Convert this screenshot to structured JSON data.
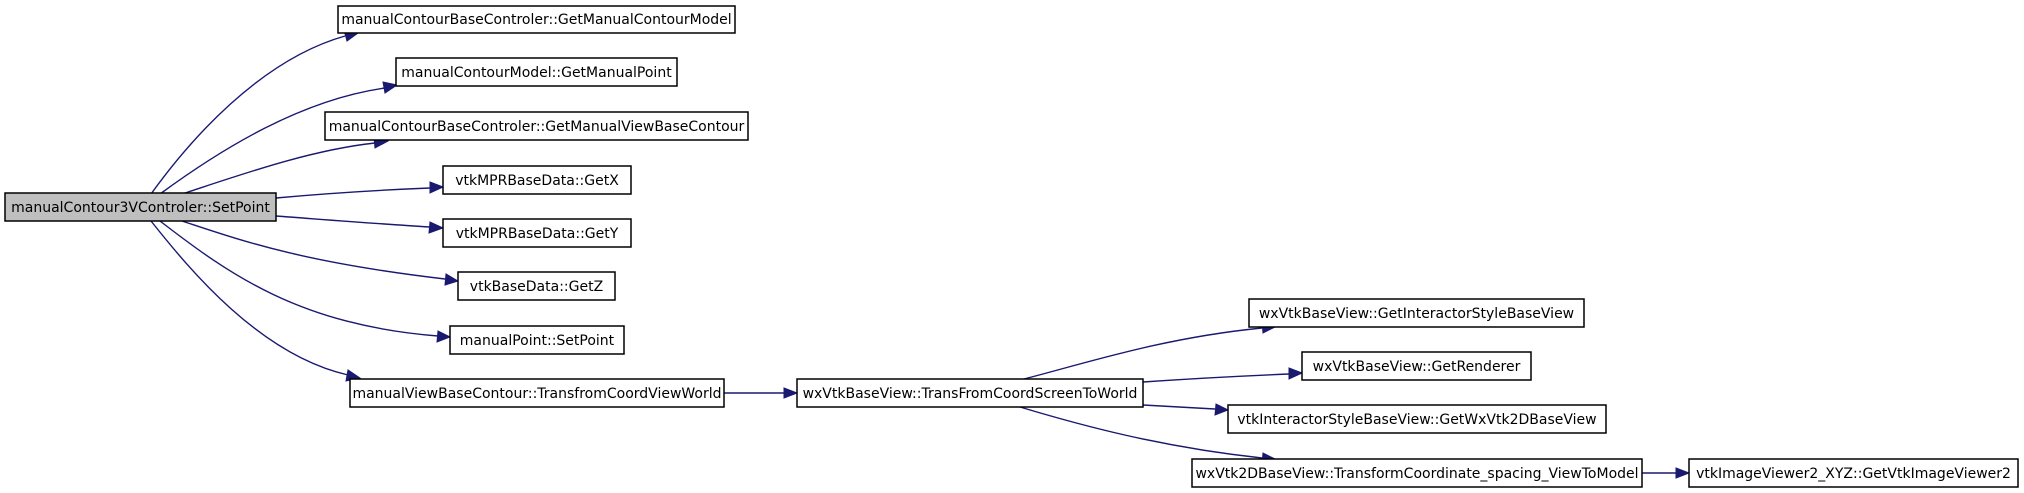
{
  "colors": {
    "edge": "#191970",
    "root_fill": "#bfbfbf",
    "node_fill": "#ffffff",
    "node_border": "#000000"
  },
  "root": {
    "label": "manualContour3VControler::SetPoint"
  },
  "calls": [
    {
      "label": "manualContourBaseControler::GetManualContourModel"
    },
    {
      "label": "manualContourModel::GetManualPoint"
    },
    {
      "label": "manualContourBaseControler::GetManualViewBaseContour"
    },
    {
      "label": "vtkMPRBaseData::GetX"
    },
    {
      "label": "vtkMPRBaseData::GetY"
    },
    {
      "label": "vtkBaseData::GetZ"
    },
    {
      "label": "manualPoint::SetPoint"
    },
    {
      "label": "manualViewBaseContour::TransfromCoordViewWorld"
    }
  ],
  "level2": {
    "label": "wxVtkBaseView::TransFromCoordScreenToWorld"
  },
  "level3": [
    {
      "label": "wxVtkBaseView::GetInteractorStyleBaseView"
    },
    {
      "label": "wxVtkBaseView::GetRenderer"
    },
    {
      "label": "vtkInteractorStyleBaseView::GetWxVtk2DBaseView"
    },
    {
      "label": "wxVtk2DBaseView::TransformCoordinate_spacing_ViewToModel"
    }
  ],
  "level4": {
    "label": "vtkImageViewer2_XYZ::GetVtkImageViewer2"
  }
}
